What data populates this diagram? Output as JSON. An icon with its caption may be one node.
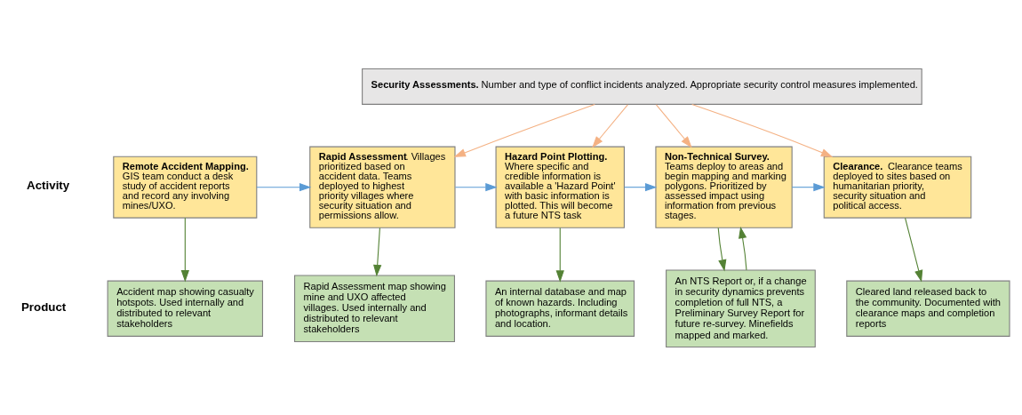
{
  "diagram": {
    "nodes": [
      {
        "text": [
          "**Security Assessments.** Number and type of conflict incidents analyzed. Appropriate security control measures implemented."
        ]
      },
      {
        "text": [
          "**Remote Accident Mapping.** GIS team conduct a desk study of accident reports and record any involving mines/UXO."
        ]
      },
      {
        "text": [
          "**Rapid Assessment**. Villages prioritized based on accident data. Teams deployed to highest priority villages where security situation and permissions allow."
        ]
      },
      {
        "text": [
          "**Hazard Point Plotting.** Where specific and credible information is available a 'Hazard Point' with basic information is plotted. This will become a future NTS task"
        ]
      },
      {
        "text": [
          "**Non-Technical Survey.** Teams deploy to areas and begin mapping and marking polygons. Prioritized by assessed impact using information from previous stages."
        ]
      },
      {
        "text": [
          "**Clearance.** Clearance teams deployed to sites based on humanitarian priority, security situation and political access."
        ]
      },
      {
        "text": [
          "Accident map showing casualty hotspots. Used internally and distributed to relevant stakeholders"
        ]
      },
      {
        "text": [
          "Rapid Assessment map showing mine and UXO affected villages. Used internally and distributed to relevant stakeholders"
        ]
      },
      {
        "text": [
          "An internal database and map of known hazards. Including photographs, informant details and location."
        ]
      },
      {
        "text": [
          "An NTS Report or, if a change in security dynamics prevents completion of full NTS, a Preliminary Survey Report for future re-survey. Minefields mapped and marked."
        ]
      },
      {
        "text": [
          "Cleared land released back to the community. Documented with clearance maps and completion reports"
        ]
      }
    ],
    "edges": [
      {
        "from": 0,
        "to": 2,
        "arrow": "to",
        "color": "#f4b183"
      },
      {
        "from": 0,
        "to": 3,
        "arrow": "to",
        "color": "#f4b183"
      },
      {
        "from": 0,
        "to": 4,
        "arrow": "to",
        "color": "#f4b183"
      },
      {
        "from": 0,
        "to": 5,
        "arrow": "to",
        "color": "#f4b183"
      },
      {
        "from": 1,
        "to": 2,
        "arrow": "to",
        "color": "#5b9bd5"
      },
      {
        "from": 2,
        "to": 3,
        "arrow": "to",
        "color": "#5b9bd5"
      },
      {
        "from": 3,
        "to": 4,
        "arrow": "to",
        "color": "#5b9bd5"
      },
      {
        "from": 4,
        "to": 5,
        "arrow": "to",
        "color": "#5b9bd5"
      },
      {
        "from": 1,
        "to": 6,
        "arrow": "to"
      },
      {
        "from": 2,
        "to": 7,
        "arrow": "to"
      },
      {
        "from": 3,
        "to": 8,
        "arrow": "to"
      },
      {
        "from": 9,
        "to": 4,
        "arrow": "to"
      },
      {
        "from": 4,
        "to": 9,
        "arrow": "to"
      },
      {
        "from": 5,
        "to": 10,
        "arrow": "to"
      }
    ],
    "labels": [
      "Activity",
      "Product"
    ]
  }
}
